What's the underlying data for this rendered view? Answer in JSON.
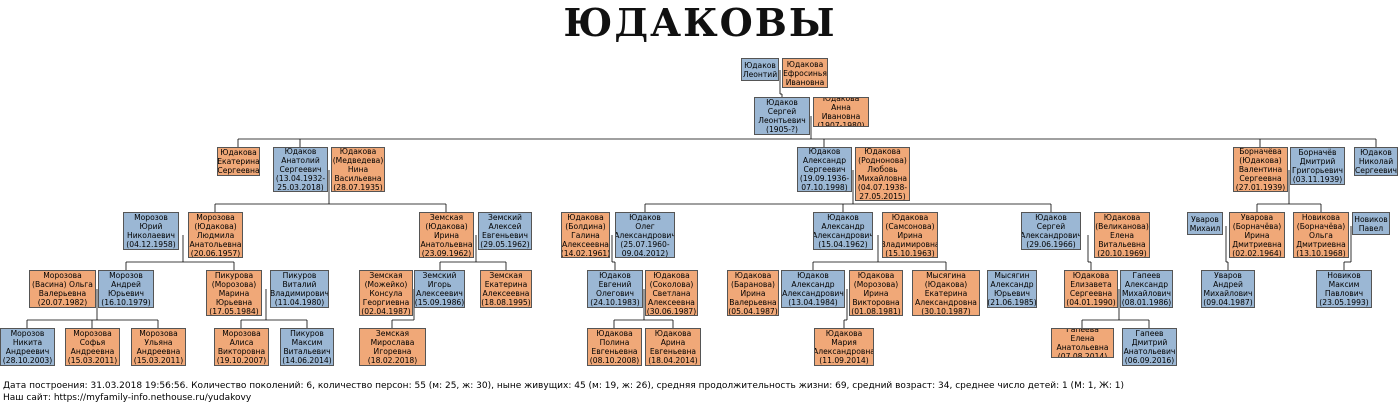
{
  "title": "ЮДАКОВЫ",
  "footer": {
    "stats": "Дата построения: 31.03.2018 19:56:56. Количество поколений: 6, количество персон: 55 (м: 25, ж: 30), ныне живущих: 45 (м: 19, ж: 26), средняя продолжительность жизни: 69, средний возраст: 34, среднее число детей: 1 (М: 1, Ж: 1)",
    "site": "Наш сайт: https://myfamily-info.nethouse.ru/yudakovy"
  },
  "colors": {
    "male": "#9bb7d4",
    "female": "#f0a878",
    "border": "#555555",
    "line": "#000000"
  },
  "persons": [
    {
      "id": "leontiy",
      "g": "m",
      "t": "Юдаков\nЛеонтий"
    },
    {
      "id": "efrosinya",
      "g": "f",
      "t": "Юдакова\nЕфросинья\nИвановна"
    },
    {
      "id": "sergey1",
      "g": "m",
      "t": "Юдаков\nСергей\nЛеонтьевич\n(1905-?)"
    },
    {
      "id": "anna",
      "g": "f",
      "t": "Юдакова Анна\nИвановна\n(1907-1980)"
    },
    {
      "id": "ekaterina_s",
      "g": "f",
      "t": "Юдакова\nЕкатерина\nСергеевна"
    },
    {
      "id": "anatoliy",
      "g": "m",
      "t": "Юдаков\nАнатолий\nСергеевич\n(13.04.1932-\n25.03.2018)"
    },
    {
      "id": "nina",
      "g": "f",
      "t": "Юдакова\n(Медведева)\nНина\nВасильевна\n(28.07.1935)"
    },
    {
      "id": "aleksandr_s",
      "g": "m",
      "t": "Юдаков\nАлександр\nСергеевич\n(19.09.1936-\n07.10.1998)"
    },
    {
      "id": "lyubov",
      "g": "f",
      "t": "Юдакова\n(Роднонова)\nЛюбовь\nМихайловна\n(04.07.1938-\n27.05.2015)"
    },
    {
      "id": "valentina",
      "g": "f",
      "t": "Борначёва\n(Юдакова)\nВалентина\nСергеевна\n(27.01.1939)"
    },
    {
      "id": "dmitriy_b",
      "g": "m",
      "t": "Борначёв\nДмитрий\nГригорьевич\n(03.11.1939)"
    },
    {
      "id": "nikolay",
      "g": "m",
      "t": "Юдаков\nНиколай\nСергеевич"
    },
    {
      "id": "yuriy_m",
      "g": "m",
      "t": "Морозов\nЮрий\nНиколаевич\n(04.12.1958)"
    },
    {
      "id": "lyudmila",
      "g": "f",
      "t": "Морозова\n(Юдакова)\nЛюдмила\nАнатольевна\n(20.06.1957)"
    },
    {
      "id": "irina_z",
      "g": "f",
      "t": "Земская\n(Юдакова)\nИрина\nАнатольевна\n(23.09.1962)"
    },
    {
      "id": "aleksey_z",
      "g": "m",
      "t": "Земский\nАлексей\nЕвгеньевич\n(29.05.1962)"
    },
    {
      "id": "galina",
      "g": "f",
      "t": "Юдакова\n(Болдина)\nГалина\nАлексеевна\n(14.02.1961)"
    },
    {
      "id": "oleg",
      "g": "m",
      "t": "Юдаков\nОлег\nАлександрович\n(25.07.1960-\n09.04.2012)"
    },
    {
      "id": "aleksandr_a",
      "g": "m",
      "t": "Юдаков\nАлександр\nАлександрович\n(15.04.1962)"
    },
    {
      "id": "irina_s",
      "g": "f",
      "t": "Юдакова\n(Самсонова)\nИрина\nВладимировна\n(15.10.1963)"
    },
    {
      "id": "sergey_a",
      "g": "m",
      "t": "Юдаков\nСергей\nАлександрович\n(29.06.1966)"
    },
    {
      "id": "elena_v",
      "g": "f",
      "t": "Юдакова\n(Великанова)\nЕлена\nВитальевна\n(20.10.1969)"
    },
    {
      "id": "mikhail_u",
      "g": "m",
      "t": "Уваров\nМихаил"
    },
    {
      "id": "irina_u",
      "g": "f",
      "t": "Уварова\n(Борначёва)\nИрина\nДмитриевна\n(02.02.1964)"
    },
    {
      "id": "olga_n",
      "g": "f",
      "t": "Новикова\n(Борначёва)\nОльга\nДмитриевна\n(13.10.1968)"
    },
    {
      "id": "pavel_n",
      "g": "m",
      "t": "Новиков\nПавел"
    },
    {
      "id": "olga_m",
      "g": "f",
      "t": "Морозова\n(Васина) Ольга\nВалерьевна\n(20.07.1982)"
    },
    {
      "id": "andrey_m",
      "g": "m",
      "t": "Морозов\nАндрей\nЮрьевич\n(16.10.1979)"
    },
    {
      "id": "marina_p",
      "g": "f",
      "t": "Пикурова\n(Морозова)\nМарина\nЮрьевна\n(17.05.1984)"
    },
    {
      "id": "vitaliy_p",
      "g": "m",
      "t": "Пикуров\nВиталий\nВладимирович\n(11.04.1980)"
    },
    {
      "id": "konsula",
      "g": "f",
      "t": "Земская\n(Можейко)\nКонсула\nГеоргиевна\n(02.04.1987)"
    },
    {
      "id": "igor_z",
      "g": "m",
      "t": "Земский\nИгорь\nАлексеевич\n(15.09.1986)"
    },
    {
      "id": "ekaterina_z",
      "g": "f",
      "t": "Земская\nЕкатерина\nАлексеевна\n(18.08.1995)"
    },
    {
      "id": "evgeniy",
      "g": "m",
      "t": "Юдаков\nЕвгений\nОлегович\n(24.10.1983)"
    },
    {
      "id": "svetlana",
      "g": "f",
      "t": "Юдакова\n(Соколова)\nСветлана\nАлексеевна\n(30.06.1987)"
    },
    {
      "id": "irina_b",
      "g": "f",
      "t": "Юдакова\n(Баранова)\nИрина\nВалерьевна\n(05.04.1987)"
    },
    {
      "id": "aleksandr_aa",
      "g": "m",
      "t": "Юдаков\nАлександр\nАлександрович\n(13.04.1984)"
    },
    {
      "id": "irina_mo",
      "g": "f",
      "t": "Юдакова\n(Морозова)\nИрина\nВикторовна\n(01.08.1981)"
    },
    {
      "id": "ekaterina_my",
      "g": "f",
      "t": "Мысягина\n(Юдакова)\nЕкатерина\nАлександровна\n(30.10.1987)"
    },
    {
      "id": "aleksandr_my",
      "g": "m",
      "t": "Мысягин\nАлександр\nЮрьевич\n(21.06.1985)"
    },
    {
      "id": "elizaveta",
      "g": "f",
      "t": "Юдакова\nЕлизавета\nСергеевна\n(04.01.1990)"
    },
    {
      "id": "aleksandr_g",
      "g": "m",
      "t": "Гапеев\nАлександр\nМихайлович\n(08.01.1986)"
    },
    {
      "id": "andrey_u",
      "g": "m",
      "t": "Уваров\nАндрей\nМихайлович\n(09.04.1987)"
    },
    {
      "id": "maksim_n",
      "g": "m",
      "t": "Новиков\nМаксим\nПавлович\n(23.05.1993)"
    },
    {
      "id": "nikita",
      "g": "m",
      "t": "Морозов\nНикита\nАндреевич\n(28.10.2003)"
    },
    {
      "id": "sofya",
      "g": "f",
      "t": "Морозова\nСофья\nАндреевна\n(15.03.2011)"
    },
    {
      "id": "ulyana",
      "g": "f",
      "t": "Морозова\nУльяна\nАндреевна\n(15.03.2011)"
    },
    {
      "id": "alisa",
      "g": "f",
      "t": "Морозова\nАлиса\nВикторовна\n(19.10.2007)"
    },
    {
      "id": "maksim_p",
      "g": "m",
      "t": "Пикуров\nМаксим\nВитальевич\n(14.06.2014)"
    },
    {
      "id": "miroslava",
      "g": "f",
      "t": "Земская\nМирослава\nИгоревна\n(18.02.2018)"
    },
    {
      "id": "polina",
      "g": "f",
      "t": "Юдакова\nПолина\nЕвгеньевна\n(08.10.2008)"
    },
    {
      "id": "arina",
      "g": "f",
      "t": "Юдакова\nАрина\nЕвгеньевна\n(18.04.2014)"
    },
    {
      "id": "mariya",
      "g": "f",
      "t": "Юдакова\nМария\nАлександровна\n(11.09.2014)"
    },
    {
      "id": "elena_g",
      "g": "f",
      "t": "Гапеева Елена\nАнатольевна\n(07.08.2014)"
    },
    {
      "id": "dmitriy_g",
      "g": "m",
      "t": "Гапеев\nДмитрий\nАнатольевич\n(06.09.2016)"
    }
  ]
}
